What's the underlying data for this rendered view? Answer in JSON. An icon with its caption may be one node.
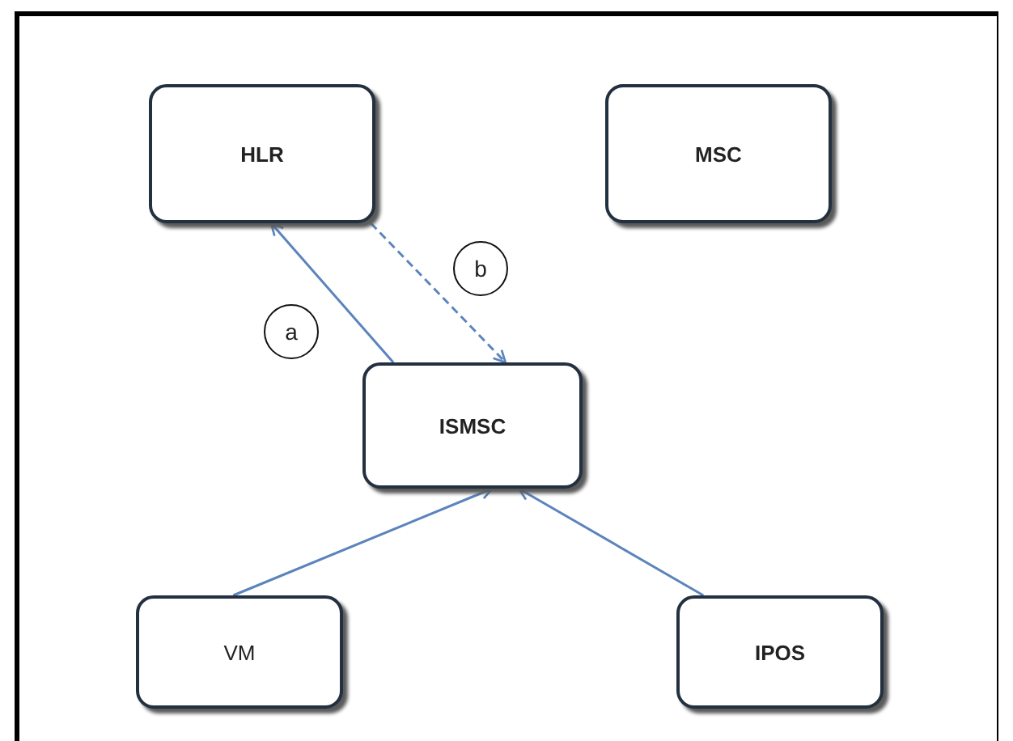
{
  "diagram": {
    "nodes": [
      {
        "text": [
          "HLR"
        ]
      },
      {
        "text": [
          "MSC"
        ]
      },
      {
        "text": [
          "ISMSC"
        ]
      },
      {
        "text": [
          "VM"
        ]
      },
      {
        "text": [
          "IPOS"
        ]
      }
    ],
    "edges": [
      {
        "from": 2,
        "to": 0,
        "arrow": "to",
        "label": "a"
      },
      {
        "from": 0,
        "to": 2,
        "arrow": "to",
        "label": "b",
        "style": "dashed"
      },
      {
        "from": 3,
        "to": 2,
        "arrow": "to"
      },
      {
        "from": 4,
        "to": 2,
        "arrow": "to"
      }
    ]
  }
}
